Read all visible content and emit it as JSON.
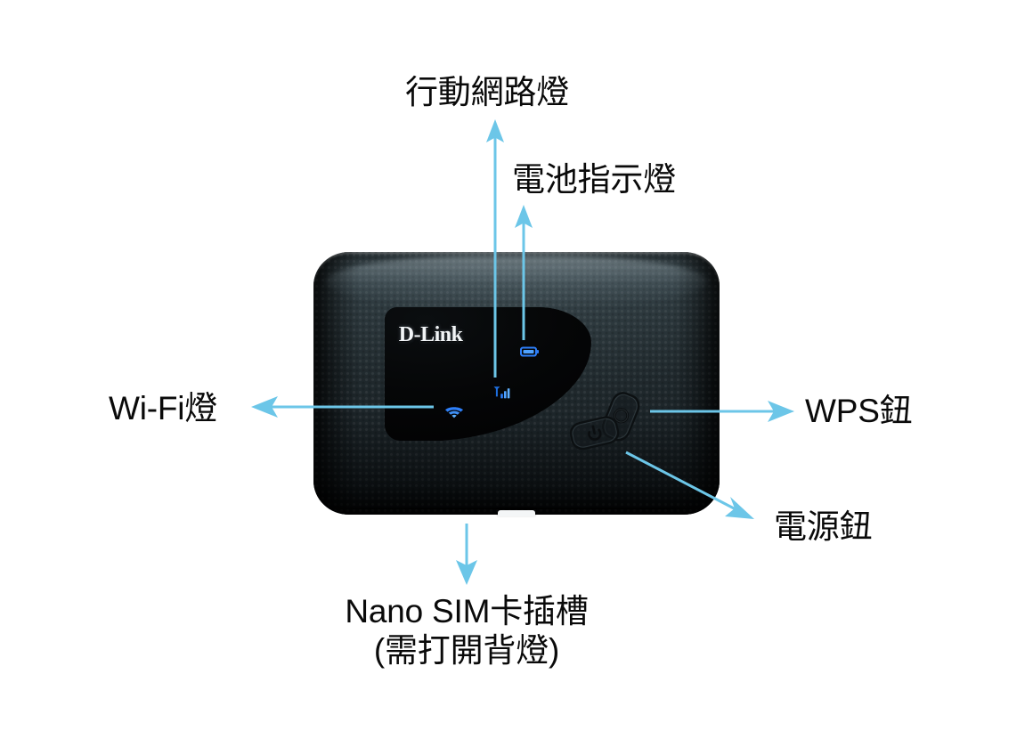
{
  "page": {
    "background_color": "#ffffff",
    "accent_color": "#6CC6E8",
    "text_color": "#0a0a0a",
    "device_color": "#2a3438",
    "led_color": "#2D7FF9"
  },
  "device": {
    "brand": "D-Link",
    "type": "portable 4G LTE mobile Wi-Fi hotspot router",
    "panel": {
      "leds": [
        {
          "name": "battery-led",
          "icon": "battery-icon",
          "color": "#2D7FF9"
        },
        {
          "name": "signal-led",
          "icon": "signal-bars-icon",
          "color": "#2D7FF9"
        },
        {
          "name": "wifi-led",
          "icon": "wifi-icon",
          "color": "#2D7FF9"
        }
      ]
    },
    "buttons": [
      {
        "name": "wps-button",
        "icon": "wps-circle-icon"
      },
      {
        "name": "power-button",
        "icon": "power-icon"
      }
    ]
  },
  "callouts": [
    {
      "id": "mobile-network-led",
      "label": "行動網路燈",
      "arrow": "up",
      "target": "signal-led"
    },
    {
      "id": "battery-indicator-led",
      "label": "電池指示燈",
      "arrow": "up",
      "target": "battery-led"
    },
    {
      "id": "wifi-led",
      "label": "Wi-Fi燈",
      "arrow": "left",
      "target": "wifi-led"
    },
    {
      "id": "wps-button",
      "label": "WPS鈕",
      "arrow": "right",
      "target": "wps-button"
    },
    {
      "id": "power-button",
      "label": "電源鈕",
      "arrow": "down-right",
      "target": "power-button"
    },
    {
      "id": "nano-sim-slot",
      "label_line1": "Nano SIM卡插槽",
      "label_line2": "(需打開背燈)",
      "arrow": "down",
      "target": "sim-slot"
    }
  ]
}
